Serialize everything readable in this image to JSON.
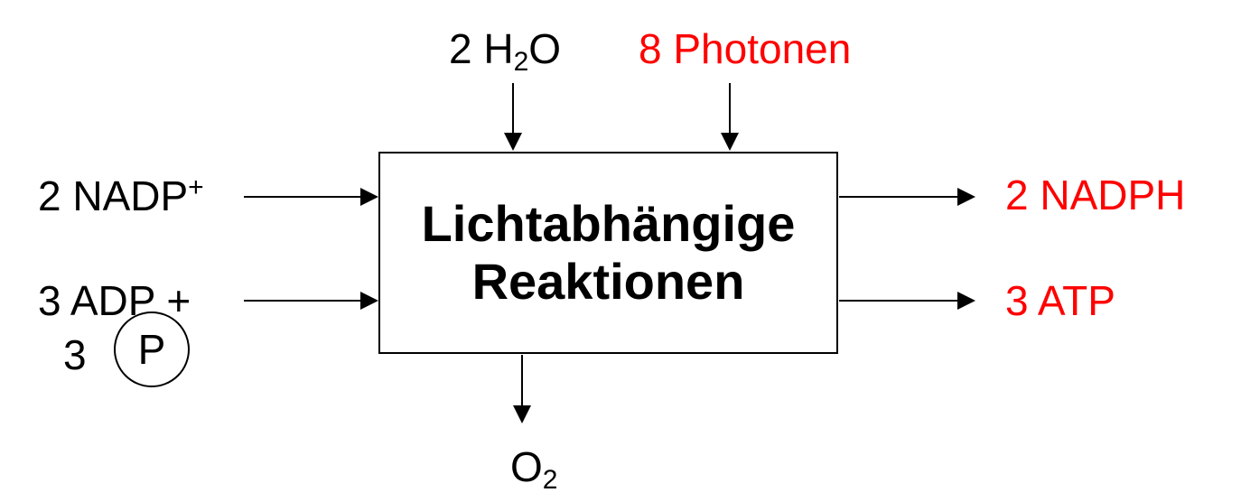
{
  "process_box": {
    "line1": "Lichtabhängige",
    "line2": "Reaktionen"
  },
  "inputs": {
    "water": {
      "coefficient": "2 H",
      "subscript": "2",
      "rest": "O"
    },
    "photons": {
      "text": "8 Photonen",
      "color": "#ff0000"
    },
    "nadp": {
      "text": "2 NADP",
      "superscript": "+"
    },
    "adp": {
      "line1": "3 ADP +",
      "coefficient": "3",
      "phosphate_symbol": "P"
    }
  },
  "outputs": {
    "nadph": {
      "text": "2 NADPH",
      "color": "#ff0000"
    },
    "atp": {
      "text": "3 ATP",
      "color": "#ff0000"
    },
    "oxygen": {
      "element": "O",
      "subscript": "2"
    }
  },
  "colors": {
    "product_highlight": "#ff0000",
    "default": "#000000"
  }
}
